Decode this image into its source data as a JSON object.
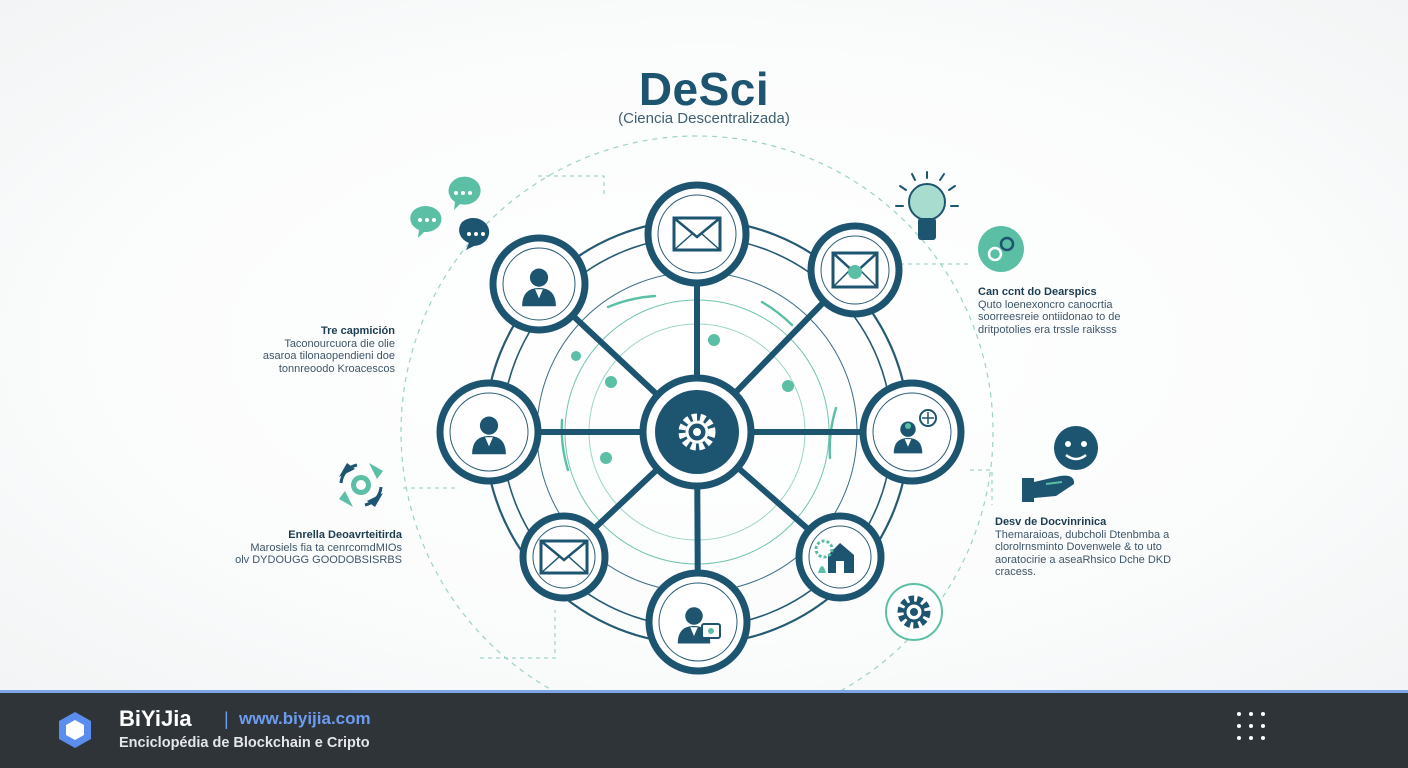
{
  "header": {
    "title": "DeSci",
    "subtitle": "(Ciencia Descentralizada)"
  },
  "diagram": {
    "hub_icon": "gear-icon",
    "nodes": [
      {
        "icon": "envelope-icon"
      },
      {
        "icon": "certificate-icon"
      },
      {
        "icon": "scientist-icon"
      },
      {
        "icon": "research-lab-icon"
      },
      {
        "icon": "collaborators-icon"
      },
      {
        "icon": "envelope-icon"
      },
      {
        "icon": "researcher-icon"
      },
      {
        "icon": "researcher-icon"
      }
    ],
    "colors": {
      "primary": "#1d5470",
      "accent": "#5bbfa6",
      "ring": "#2a5d75"
    }
  },
  "annotations": {
    "top_left": {
      "heading": "Tre capmición",
      "lines": [
        "Taconourcuora die olie",
        "asaroa tilonaopendieni doe",
        "tonnreoodo Kroacescos"
      ]
    },
    "bottom_left": {
      "heading": "Enrella Deoavrteitirda",
      "lines": [
        "Marosiels fia ta cenrcomdMIOs",
        "olv DYDOUGG GOODOBSISRBS"
      ]
    },
    "top_right": {
      "heading": "Can ccnt do Dearspics",
      "lines": [
        "Quto loenexoncro canocrtia",
        "soorreesreie ontiidonao to de",
        "dritpotolies era trssle raiksss"
      ]
    },
    "bottom_right": {
      "heading": "Desv de Docvinrinica",
      "lines": [
        "Themaraioas, dubcholi Dtenbmba a",
        "clorolrnsminto Dovenwele & to uto",
        "aoratocirie a aseaRhsico Dche DKD",
        "cracess."
      ]
    }
  },
  "footer": {
    "brand": "BiYiJia",
    "separator": "|",
    "url": "www.biyijia.com",
    "tagline": "Enciclopédia de Blockchain e Cripto",
    "logo_icon": "hexagon-logo-icon",
    "menu_icon": "grid-menu-icon"
  }
}
